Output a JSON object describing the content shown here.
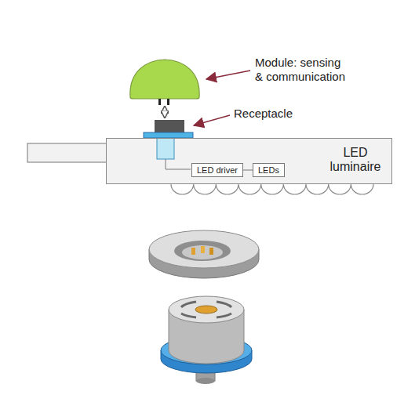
{
  "diagram": {
    "nodes": [
      {
        "text": [
          "LED luminaire"
        ]
      },
      {
        "text": [
          "LED driver"
        ],
        "in": 0
      },
      {
        "text": [
          "LEDs"
        ],
        "in": 0
      }
    ],
    "edges": [
      {
        "from": 1,
        "to": 2,
        "arrow": "none"
      }
    ],
    "labels": [
      "Module: sensing & communication",
      "Receptacle"
    ]
  }
}
